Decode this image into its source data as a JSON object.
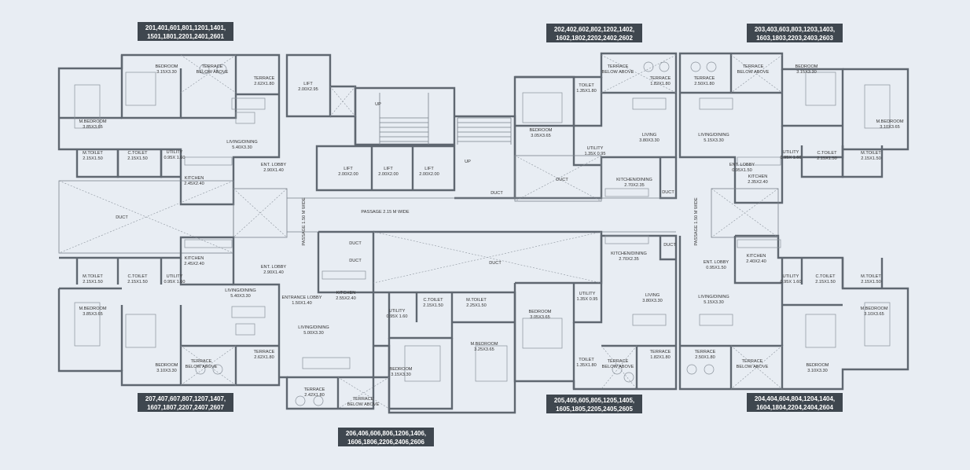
{
  "unit_groups": [
    {
      "id": "g1",
      "line1": "201,401,601,801,1201,1401,",
      "line2": "1501,1801,2201,2401,2601"
    },
    {
      "id": "g2",
      "line1": "202,402,602,802,1202,1402,",
      "line2": "1602,1802,2202,2402,2602"
    },
    {
      "id": "g3",
      "line1": "203,403,603,803,1203,1403,",
      "line2": "1603,1803,2203,2403,2603"
    },
    {
      "id": "g7",
      "line1": "207,407,607,807,1207,1407,",
      "line2": "1607,1807,2207,2407,2607"
    },
    {
      "id": "g5",
      "line1": "205,405,605,805,1205,1405,",
      "line2": "1605,1805,2205,2405,2605"
    },
    {
      "id": "g4",
      "line1": "204,404,604,804,1204,1404,",
      "line2": "1604,1804,2204,2404,2604"
    },
    {
      "id": "g6",
      "line1": "206,406,606,806,1206,1406,",
      "line2": "1606,1806,2206,2406,2606"
    }
  ],
  "rooms": [
    {
      "name": "BEDROOM",
      "dim": "3.15X3.30"
    },
    {
      "name": "TERRACE",
      "dim": "BELOW ABOVE"
    },
    {
      "name": "TERRACE",
      "dim": "2.62X1.80"
    },
    {
      "name": "LIFT",
      "dim": "2.00X2.95"
    },
    {
      "name": "M.BEDROOM",
      "dim": "3.85X3.65"
    },
    {
      "name": "LIVING/DINING",
      "dim": "5.40X3.30"
    },
    {
      "name": "M.TOILET",
      "dim": "2.15X1.50"
    },
    {
      "name": "C.TOILET",
      "dim": "2.15X1.50"
    },
    {
      "name": "UTILITY",
      "dim": "0.95X 1.60"
    },
    {
      "name": "ENT. LOBBY",
      "dim": "2.90X1.40"
    },
    {
      "name": "KITCHEN",
      "dim": "2.45X2.40"
    },
    {
      "name": "LIFT",
      "dim": "2.00X2.00"
    },
    {
      "name": "LIFT",
      "dim": "2.00X2.00"
    },
    {
      "name": "LIFT",
      "dim": "2.00X2.00"
    },
    {
      "name": "TERRACE",
      "dim": "BELOW ABOVE"
    },
    {
      "name": "TERRACE",
      "dim": "1.82X1.80"
    },
    {
      "name": "TOILET",
      "dim": "1.35X1.80"
    },
    {
      "name": "BEDROOM",
      "dim": "3.05X3.65"
    },
    {
      "name": "LIVING",
      "dim": "3.80X3.30"
    },
    {
      "name": "UTILITY",
      "dim": "1.35X 0.95"
    },
    {
      "name": "KITCHEN/DINING",
      "dim": "2.70X2.35"
    },
    {
      "name": "TERRACE",
      "dim": "2.50X1.80"
    },
    {
      "name": "TERRACE",
      "dim": "BELOW ABOVE"
    },
    {
      "name": "BEDROOM",
      "dim": "3.15X3.30"
    },
    {
      "name": "M.BEDROOM",
      "dim": "3.10X3.65"
    },
    {
      "name": "LIVING/DINING",
      "dim": "5.15X3.30"
    },
    {
      "name": "ENT. LOBBY",
      "dim": "0.95X1.50"
    },
    {
      "name": "KITCHEN",
      "dim": "2.35X2.40"
    },
    {
      "name": "UTILITY",
      "dim": "0.95X 1.60"
    },
    {
      "name": "C.TOILET",
      "dim": "2.15X1.50"
    },
    {
      "name": "M.TOILET",
      "dim": "2.15X1.50"
    },
    {
      "name": "KITCHEN",
      "dim": "2.45X2.40"
    },
    {
      "name": "ENT. LOBBY",
      "dim": "2.90X1.40"
    },
    {
      "name": "M.TOILET",
      "dim": "2.15X1.50"
    },
    {
      "name": "C.TOILET",
      "dim": "2.15X1.50"
    },
    {
      "name": "UTILITY",
      "dim": "0.95X 1.60"
    },
    {
      "name": "LIVING/DINING",
      "dim": "5.40X3.30"
    },
    {
      "name": "M.BEDROOM",
      "dim": "3.85X3.65"
    },
    {
      "name": "BEDROOM",
      "dim": "3.10X3.30"
    },
    {
      "name": "TERRACE",
      "dim": "BELOW ABOVE"
    },
    {
      "name": "TERRACE",
      "dim": "2.62X1.80"
    },
    {
      "name": "KITCHEN",
      "dim": "2.55X2.40"
    },
    {
      "name": "ENTRANCE LOBBY",
      "dim": "1.50X1.40"
    },
    {
      "name": "LIVING/DINING",
      "dim": "5.00X3.30"
    },
    {
      "name": "UTILITY",
      "dim": "0.95X 1.60"
    },
    {
      "name": "C.TOILET",
      "dim": "2.15X1.50"
    },
    {
      "name": "M.TOILET",
      "dim": "2.25X1.50"
    },
    {
      "name": "M.BEDROOM",
      "dim": "3.25X3.65"
    },
    {
      "name": "BEDROOM",
      "dim": "3.15X3.30"
    },
    {
      "name": "TERRACE",
      "dim": "2.42X1.80"
    },
    {
      "name": "TERRACE",
      "dim": "BELOW ABOVE"
    },
    {
      "name": "KITCHEN/DINING",
      "dim": "2.70X2.35"
    },
    {
      "name": "UTILITY",
      "dim": "1.35X 0.95"
    },
    {
      "name": "BEDROOM",
      "dim": "3.05X3.65"
    },
    {
      "name": "LIVING",
      "dim": "3.80X3.30"
    },
    {
      "name": "TOILET",
      "dim": "1.35X1.80"
    },
    {
      "name": "TERRACE",
      "dim": "BELOW ABOVE"
    },
    {
      "name": "TERRACE",
      "dim": "1.82X1.80"
    },
    {
      "name": "KITCHEN",
      "dim": "2.40X2.40"
    },
    {
      "name": "ENT. LOBBY",
      "dim": "0.95X1.50"
    },
    {
      "name": "LIVING/DINING",
      "dim": "5.15X3.30"
    },
    {
      "name": "UTILITY",
      "dim": "0.95X 1.60"
    },
    {
      "name": "C.TOILET",
      "dim": "2.15X1.50"
    },
    {
      "name": "M.TOILET",
      "dim": "2.15X1.50"
    },
    {
      "name": "M.BEDROOM",
      "dim": "3.10X3.65"
    },
    {
      "name": "BEDROOM",
      "dim": "3.10X3.30"
    },
    {
      "name": "TERRACE",
      "dim": "2.50X1.80"
    },
    {
      "name": "TERRACE",
      "dim": "BELOW ABOVE"
    }
  ],
  "passages": {
    "center": "PASSAGE 2.15  M WIDE",
    "left": "PASSAGE 1.50 M WIDE",
    "right": "PASSAGE 1.50 M WIDE"
  },
  "duct_label": "DUCT",
  "stair_labels": {
    "up1": "UP",
    "up2": "UP"
  }
}
